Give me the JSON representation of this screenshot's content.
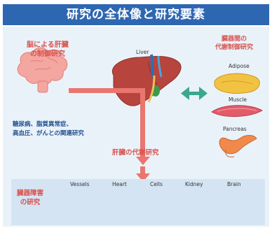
{
  "title": "研究の全体像と研究要素",
  "brain_study": [
    "脳による肝臓",
    "の制御研究"
  ],
  "disease_study": [
    "糖尿病、脂質異常症、",
    "高血圧、がんとの関連研究"
  ],
  "liver_label": "Liver",
  "organ_talk": [
    "臓器間の",
    "代謝制御研究"
  ],
  "adipose": "Adipose",
  "muscle": "Muscle",
  "pancreas": "Pancreas",
  "liver_metabolism": "肝臓の代謝研究",
  "organ_disorder": [
    "臓器障害",
    "の研究"
  ],
  "organs": [
    "Vessels",
    "Heart",
    "Cells",
    "Kidney",
    "Brain"
  ],
  "colors": {
    "title_bg": "#2e67b1",
    "canvas_bg": "#eaf2f9",
    "strip_bg": "#d4e4f3",
    "accent_red": "#d9534f",
    "arrow_green": "#3aa88e"
  }
}
